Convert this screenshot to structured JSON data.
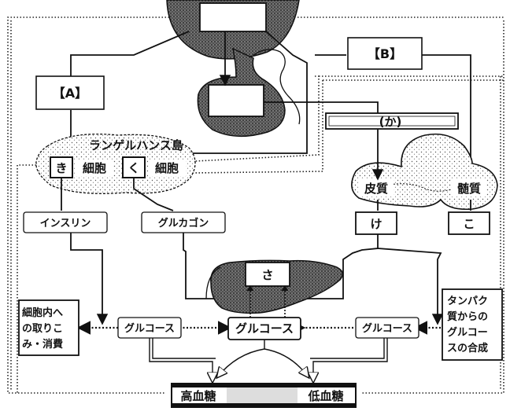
{
  "labels": {
    "a": "【A】",
    "b": "【B】",
    "ka": "(か)",
    "islet": "ランゲルハンス島",
    "ki": "き",
    "ku": "く",
    "saibou_1": "細胞",
    "saibou_2": "細胞",
    "hishitsu": "皮質",
    "zuishitsu": "髄質",
    "insulin": "インスリン",
    "glucagon": "グルカゴン",
    "ke": "け",
    "ko": "こ",
    "sa": "さ",
    "glucose_left": "グルコース",
    "glucose_center": "グルコース",
    "glucose_right": "グルコース",
    "left_note": [
      "細胞内へ",
      "の取りこ",
      "み・消費"
    ],
    "right_note": [
      "タンパク",
      "質からの",
      "グルコー",
      "スの合成"
    ],
    "high": "高血糖",
    "low": "低血糖"
  }
}
